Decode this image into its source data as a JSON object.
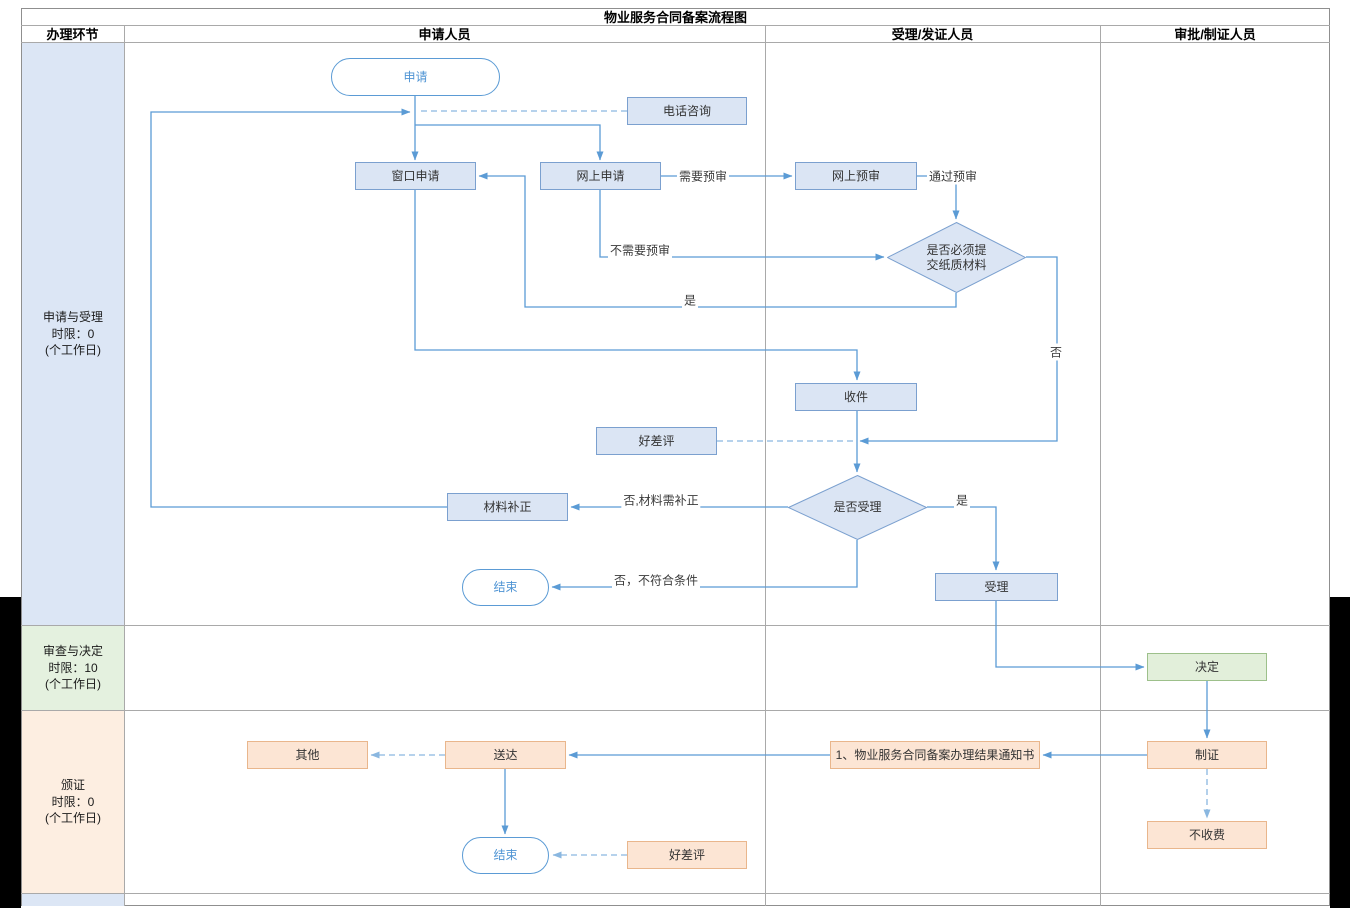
{
  "title": "物业服务合同备案流程图",
  "columns": [
    "办理环节",
    "申请人员",
    "受理/发证人员",
    "审批/制证人员"
  ],
  "lanes": [
    {
      "label": "申请与受理\n时限：0\n(个工作日)"
    },
    {
      "label": "审查与决定\n时限：10\n(个工作日)"
    },
    {
      "label": "颁证\n时限：0\n(个工作日)"
    }
  ],
  "nodes": {
    "apply_start": {
      "label": "申请"
    },
    "phone_consult": {
      "label": "电话咨询"
    },
    "window_apply": {
      "label": "窗口申请"
    },
    "online_apply": {
      "label": "网上申请"
    },
    "online_preview": {
      "label": "网上预审"
    },
    "need_paper": {
      "label": "是否必须提\n交纸质材料"
    },
    "receive": {
      "label": "收件"
    },
    "rating_1": {
      "label": "好差评"
    },
    "accept_check": {
      "label": "是否受理"
    },
    "material_fix": {
      "label": "材料补正"
    },
    "end_1": {
      "label": "结束"
    },
    "accept": {
      "label": "受理"
    },
    "decide": {
      "label": "决定"
    },
    "make_cert": {
      "label": "制证"
    },
    "notice": {
      "label": "1、物业服务合同备案办理结果通知书"
    },
    "deliver": {
      "label": "送达"
    },
    "other": {
      "label": "其他"
    },
    "end_2": {
      "label": "结束"
    },
    "rating_2": {
      "label": "好差评"
    },
    "no_fee": {
      "label": "不收费"
    }
  },
  "edge_labels": {
    "need_preview": "需要预审",
    "pass_preview": "通过预审",
    "no_preview": "不需要预审",
    "yes_1": "是",
    "no_1": "否",
    "no_fix": "否,材料需补正",
    "no_reject": "否，不符合条件",
    "yes_2": "是"
  },
  "colors": {
    "line": "#5b9bd5",
    "dash_line": "#8ab7e0",
    "blue_fill": "#dbe5f4",
    "blue_border": "#7ba0cf",
    "green_fill": "#e2efda",
    "green_border": "#9dc08b",
    "orange_fill": "#fce5d4",
    "orange_border": "#e9b68c",
    "lane1_bg": "#dce6f5",
    "lane2_bg": "#e4f1df",
    "lane3_bg": "#fdeee1"
  }
}
